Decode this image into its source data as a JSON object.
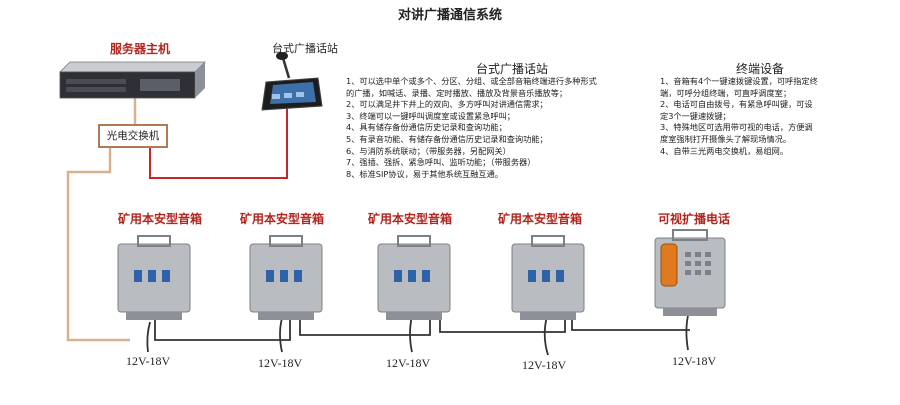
{
  "title": "对讲广播通信系统",
  "server": {
    "label": "服务器主机"
  },
  "switch": {
    "label": "光电交换机"
  },
  "desk_station": {
    "label": "台式广播话站"
  },
  "desk_panel": {
    "title": "台式广播话站",
    "items": [
      "1、可以选中单个或多个、分区、分组、或全部音箱终端进行多种形式",
      "的广播，如喊话、录播、定时播放、播放及背景音乐播放等；",
      "2、可以满足井下井上的双向、多方呼叫对讲通信需求；",
      "3、终端可以一键呼叫调度室或设置紧急呼叫；",
      "4、具有储存备份通信历史记录和查询功能；",
      "5、有录音功能、有储存备份通信历史记录和查询功能；",
      "6、与消防系统联动；（带服务器，另配网关）",
      "7、强插、强拆、紧急呼叫、监听功能；（带服务器）",
      "8、标准SIP协议，易于其他系统互融互通。"
    ]
  },
  "terminal_panel": {
    "title": "终端设备",
    "items": [
      "1、音箱有4个一键速拨键设置，可呼指定终",
      "端，可呼分组终端，可直呼调度室；",
      "2、电话可自由拨号，有紧急呼叫键，可设",
      "定3个一键速拨键；",
      "3、特殊地区可选用带可视的电话，方便调",
      "度室强制打开摄像头了解现场情况。",
      "4、自带三光两电交换机，易组网。"
    ]
  },
  "speakers": [
    {
      "label": "矿用本安型音箱",
      "voltage": "12V-18V"
    },
    {
      "label": "矿用本安型音箱",
      "voltage": "12V-18V"
    },
    {
      "label": "矿用本安型音箱",
      "voltage": "12V-18V"
    },
    {
      "label": "矿用本安型音箱",
      "voltage": "12V-18V"
    }
  ],
  "video_phone": {
    "label": "可视扩播电话",
    "voltage": "12V-18V"
  },
  "colors": {
    "label_red": "#b3261e",
    "fiber_tan": "#d7b190",
    "cable_red": "#c62828",
    "cable_dark": "#222222"
  }
}
